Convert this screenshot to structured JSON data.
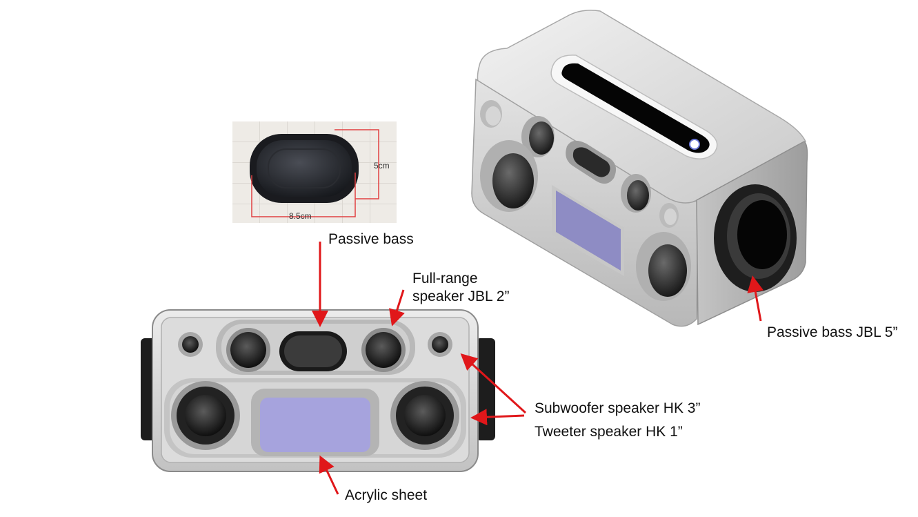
{
  "photo": {
    "width_label": "8.5cm",
    "height_label": "5cm"
  },
  "labels": {
    "passive_bass": "Passive bass",
    "full_range_line1": "Full-range",
    "full_range_line2": "speaker JBL 2”",
    "passive_bass_jbl": "Passive bass JBL 5”",
    "subwoofer": "Subwoofer speaker HK 3”",
    "tweeter": "Tweeter speaker HK 1”",
    "acrylic": "Acrylic sheet"
  },
  "colors": {
    "arrow": "#e0171a",
    "shell": "#d9d9d9",
    "shell_dark": "#9a9a9a",
    "acrylic": "#a6a3dd",
    "driver": "#1c1c1c",
    "dimension": "#e04040"
  }
}
